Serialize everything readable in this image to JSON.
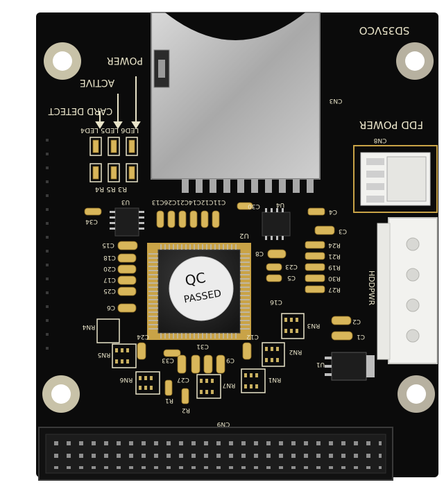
{
  "board": {
    "model": "SD35VCO",
    "labels": {
      "power": "POWER",
      "active": "ACTIVE",
      "card_detect": "CARD\nDETECT",
      "fdd_power": "FDD POWER",
      "hddpwr": "HDDPWR",
      "cn3": "CN3",
      "cn8": "CN8",
      "cn9": "CN9",
      "u1": "U1",
      "u2": "U2",
      "u3": "U3",
      "u4": "U4",
      "leds": "LED6 LED5 LED4",
      "rs": "R3  R5  R4",
      "caps_top": "C11C12C14C21C26C13",
      "c30": "C30",
      "c34": "C34",
      "c4": "C4",
      "c3": "C3",
      "r24": "R24",
      "r21": "R21",
      "r19": "R19",
      "r30": "R30",
      "r27": "R27",
      "c15": "C15",
      "c18": "C18",
      "c20": "C20",
      "c17": "C17",
      "c25": "C25",
      "c6": "C6",
      "c8": "C8",
      "c23": "C23",
      "c5": "C5",
      "c16": "C16",
      "rn3": "RN3",
      "c2": "C2",
      "c1": "C1",
      "rn4": "RN4",
      "c24": "C24",
      "c12": "C12",
      "rn5": "RN5",
      "c33": "C33",
      "c31": "C31",
      "c27": "C27",
      "c9": "C9",
      "rn2": "RN2",
      "rn6": "RN6",
      "r1": "R1",
      "rn7": "RN7",
      "rn1": "RN1",
      "r2": "R2"
    },
    "chip_sticker": {
      "line1": "QC",
      "line2": "PASSED"
    },
    "colors": {
      "pcb": "#0b0b0b",
      "silkscreen": "#e9e4c9",
      "gold": "#c9a347",
      "metal": "#bdbdbd",
      "connector_white": "#f2f2ef"
    }
  }
}
